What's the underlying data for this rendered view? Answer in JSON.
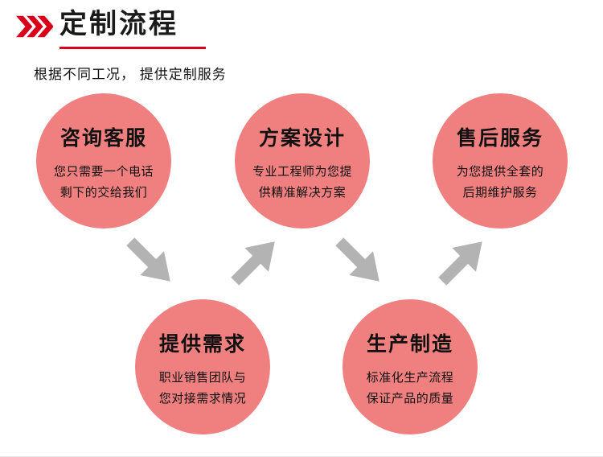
{
  "header": {
    "title": "定制流程",
    "subtitle": "根据不同工况， 提供定制服务"
  },
  "steps": [
    {
      "title": "咨询客服",
      "desc": "您只需要一个电话\n剩下的交给我们"
    },
    {
      "title": "方案设计",
      "desc": "专业工程师为您提\n供精准解决方案"
    },
    {
      "title": "售后服务",
      "desc": "为您提供全套的\n后期维护服务"
    },
    {
      "title": "提供需求",
      "desc": "职业销售团队与\n您对接需求情况"
    },
    {
      "title": "生产制造",
      "desc": "标准化生产流程\n保证产品的质量"
    }
  ],
  "icons": {
    "header_icon": "triple-chevron-right",
    "arrow_icon": "thick-arrow"
  },
  "colors": {
    "accent_red": "#d9001b",
    "circle_pink": "#f08080",
    "arrow_gray": "#b3b3b3",
    "text": "#111111"
  }
}
